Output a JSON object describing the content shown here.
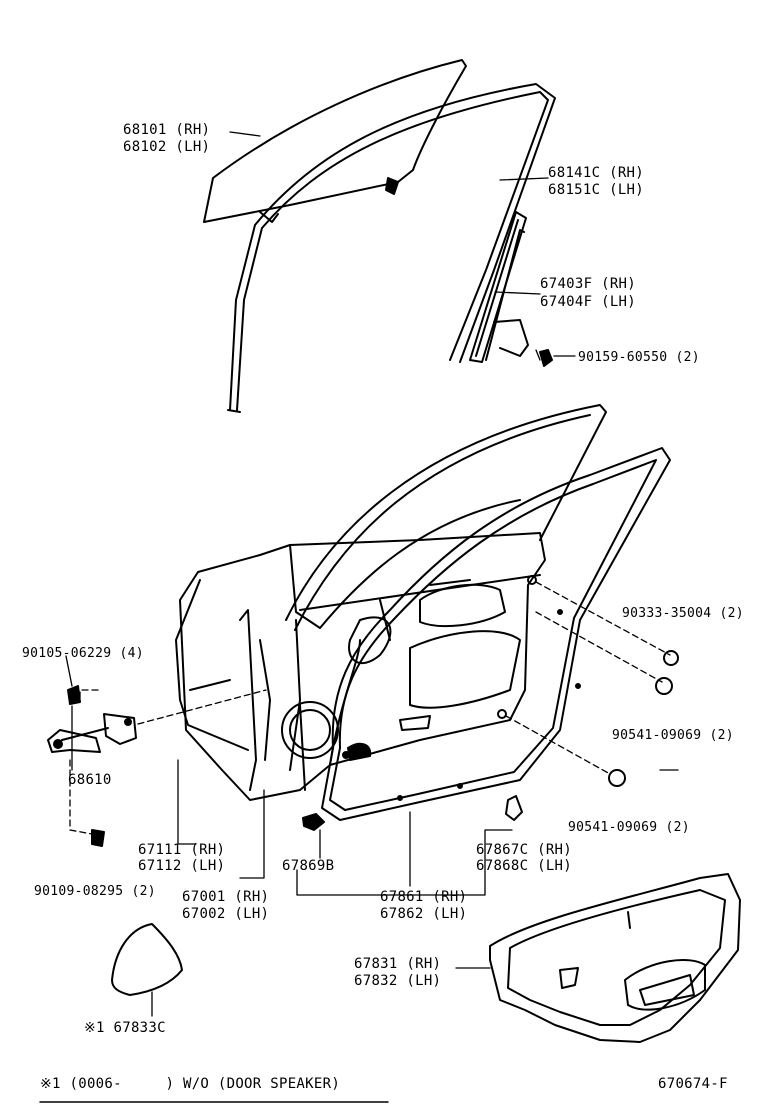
{
  "parts": {
    "glass_rh": "68101 (RH)",
    "glass_lh": "68102 (LH)",
    "run_rh": "68141C (RH)",
    "run_lh": "68151C (LH)",
    "sash_rh": "67403F (RH)",
    "sash_lh": "67404F (LH)",
    "bolt_sash": "90159-60550 (2)",
    "plug_a": "90333-35004 (2)",
    "plug_b": "90541-09069 (2)",
    "plug_c": "90541-09069 (2)",
    "bolt_hinge": "90105-06229 (4)",
    "hinge": "68610",
    "bolt_check": "90109-08295 (2)",
    "panel_sub_rh": "67111 (RH)",
    "panel_sub_lh": "67112 (LH)",
    "door_rh": "67001 (RH)",
    "door_lh": "67002 (LH)",
    "clip_b": "67869B",
    "weather_rh": "67861 (RH)",
    "weather_lh": "67862 (LH)",
    "clip_c_rh": "67867C (RH)",
    "clip_c_lh": "67868C (LH)",
    "trim_rh": "67831 (RH)",
    "trim_lh": "67832 (LH)",
    "cover": "※1 67833C"
  },
  "footnote": {
    "text": "※1 (0006-     ) W/O (DOOR SPEAKER)"
  },
  "figure_id": "670674-F"
}
